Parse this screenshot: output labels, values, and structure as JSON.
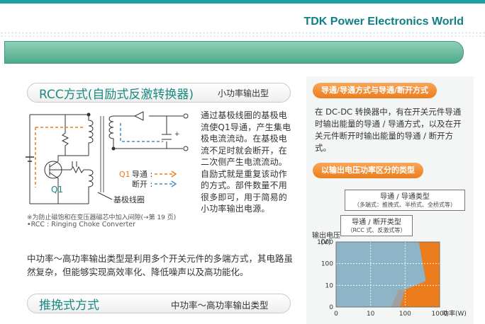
{
  "header": {
    "brand": "TDK Power Electronics World"
  },
  "rcc": {
    "title": "RCC方式(自励式反激转换器)",
    "subtitle": "小功率输出型",
    "description": "通过基极线圈的基极电流使Q1导通，产生集电极电流流动。在基极电流不足时就会断开，在二次侧产生电流流动。自励式就是重复该动作的方式。部件数量不用很多即可，用于简易的小功率输出电源。",
    "note_gap": "※为防止磁饱和在变压器磁芯中加入间隙(→第 19 页)",
    "note_rcc": "•RCC : Ringing Choke Converter"
  },
  "diagram": {
    "q1": "Q1",
    "legend_q1": "Q1",
    "legend_on": "导通 :",
    "legend_off": "断开 :",
    "base_coil": "基极线圈",
    "plus": "+"
  },
  "mid_paragraph": "中功率～高功率输出类型是利用多个开关元件的多端方式，其电路虽然复杂，但能够实现高效率化、降低噪声以及高功能化。",
  "pushpull": {
    "title": "推挽式方式",
    "subtitle": "中功率～高功率输出类型"
  },
  "right": {
    "tag1": "导通/导通方式与导通/断开方式",
    "text1": "在 DC-DC 转换器中，有在开关元件导通时输出能量的导通 / 导通方式，以及在开关元件断开时输出能量的导通 / 断开方式。",
    "tag2": "以输出电压功率区分的类型",
    "box_onon": "导通 / 导通类型",
    "box_onon_sub": "（多端式：推挽式、半桥式、全桥式等）",
    "box_onoff": "导通 / 断开类型",
    "box_onoff_sub": "（RCC 式、反激式等）",
    "ylabel": "输出电压",
    "yunit": "(V)"
  },
  "colors": {
    "accent": "#1a8a82",
    "orange": "#ec7d1c",
    "blue": "#8eb4c8",
    "gray": "#a0a0a0"
  },
  "chart_data": {
    "type": "area",
    "title": "",
    "xlabel": "功率(W)",
    "ylabel": "输出电压 (V)",
    "x_ticks": [
      "0",
      "10",
      "100",
      "1000"
    ],
    "y_ticks": [
      "0",
      "10",
      "100",
      "1000"
    ],
    "xscale": "log",
    "yscale": "log",
    "xlim": [
      0,
      1000
    ],
    "ylim": [
      0,
      1000
    ],
    "grid": true,
    "series": [
      {
        "name": "导通 / 断开类型",
        "region": "RCC / flyback",
        "color": "#8eb4c8"
      },
      {
        "name": "导通 / 导通类型",
        "region": "multi-switch",
        "color": "#ec7d1c"
      }
    ]
  }
}
